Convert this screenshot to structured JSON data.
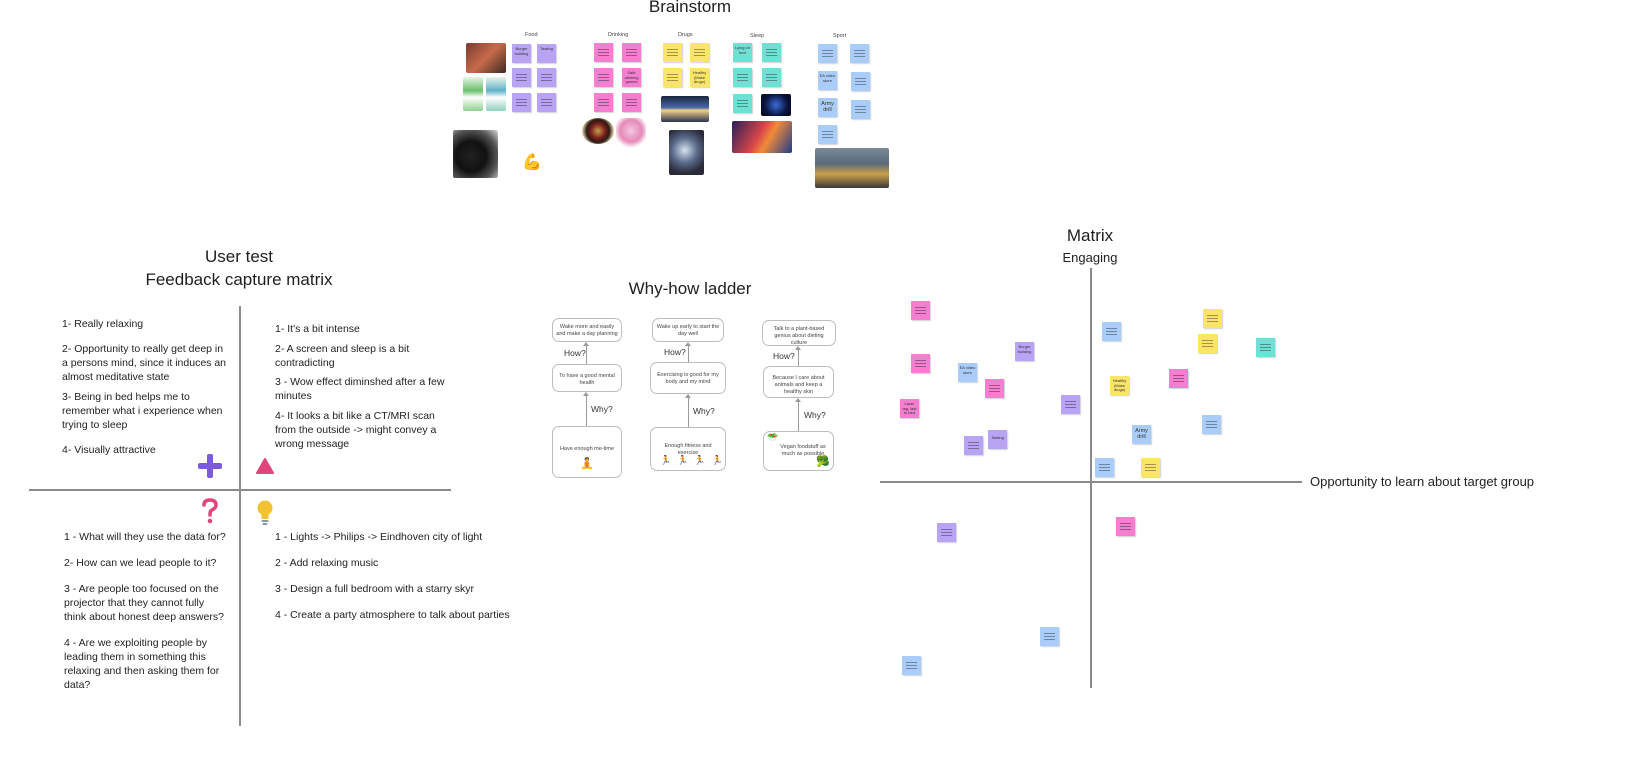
{
  "brainstorm": {
    "title": "Brainstorm",
    "categories": [
      "Food",
      "Drinking",
      "Drugs",
      "Sleep",
      "Sport"
    ],
    "note_texts": {
      "burger": "Burger building",
      "tasting": "Tasting",
      "safe": "Safe drinking games",
      "healthy": "Healthy (Make drugs)",
      "lying": "Lying on bed",
      "ea": "EA video store",
      "army": "Army drill"
    }
  },
  "feedback": {
    "title_line1": "User test",
    "title_line2": "Feedback capture matrix",
    "top_left": [
      "1- Really relaxing",
      "2- Opportunity to really get deep in a persons mind, since it induces an almost meditative state",
      "3- Being in bed helps me to remember what i experience when trying to sleep",
      "4- Visually attractive"
    ],
    "top_right": [
      "1- It's a bit intense",
      "2- A screen and sleep is a bit contradicting",
      "3 - Wow effect diminshed after a few minutes",
      "4- It looks a bit like a CT/MRI scan from the outside -> might convey a wrong message"
    ],
    "bottom_left": [
      "1 - What will they use the data for?",
      "2-  How can we lead people to it?",
      "3 - Are people too focused on the projector that they cannot fully think about honest deep answers?",
      "4 - Are we exploiting people by leading them in something this relaxing and then asking them for data?"
    ],
    "bottom_right": [
      "1 - Lights -> Philips -> Eindhoven city of light",
      "2 - Add relaxing music",
      "3 - Design a full bedroom with a starry skyr",
      "4 - Create a party atmosphere to talk about parties"
    ],
    "icons": {
      "plus": "#7b5bd6",
      "triangle": "#e0457b",
      "question": "#e0457b",
      "bulb": "#f2c230"
    }
  },
  "ladder": {
    "title": "Why-how ladder",
    "how": "How?",
    "why": "Why?",
    "columns": [
      {
        "top": "Wake more and easily and make a day planning",
        "mid": "To have a good mental health",
        "bottom": "Have enough me-time"
      },
      {
        "top": "Wake up early to start the day well",
        "mid": "Exercising is good for my body and my mind",
        "bottom": "Enough fitness and exercise"
      },
      {
        "top": "Talk to a plant-based genius about dieting culture",
        "mid": "Because I care about animals and keep a healthy skin",
        "bottom": "Vegan foodstuff as much as possible"
      }
    ]
  },
  "matrix": {
    "title": "Matrix",
    "y_label": "Engaging",
    "x_label": "Opportunity to learn about target group",
    "note_texts": {
      "burger": "Burger building",
      "ea": "EA video store",
      "lazer": "Lazer tag, last to bed",
      "healthy": "Healthy (Make drugs)",
      "army": "Army drill",
      "tasting": "Tasting"
    }
  },
  "colors": {
    "pink": "#f47fd1",
    "purple": "#b9a3f5",
    "yellow": "#fbe46a",
    "teal": "#6fe0d4",
    "blue": "#a9ccf8"
  }
}
